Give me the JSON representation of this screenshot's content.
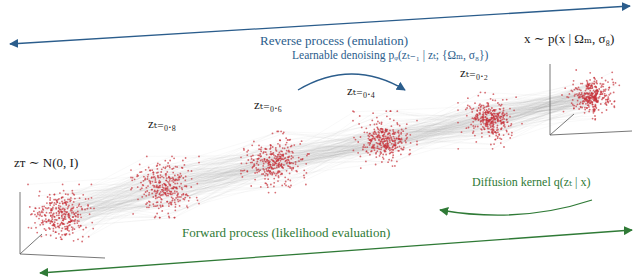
{
  "diagram": {
    "labels": [
      "Reverse process (emulation)",
      "Learnable denoising pᵩ(zₜ₋₁ | zₜ; {Ωₘ, σ₈})",
      "x ∼ p(x | Ωₘ, σ₈)",
      "zₜ₌₀.₂",
      "zₜ₌₀.₄",
      "zₜ₌₀.₆",
      "zₜ₌₀.₈",
      "zᴛ ∼ N(0, I)",
      "Diffusion kernel q(zₜ | x)",
      "Forward process (likelihood evaluation)"
    ]
  }
}
